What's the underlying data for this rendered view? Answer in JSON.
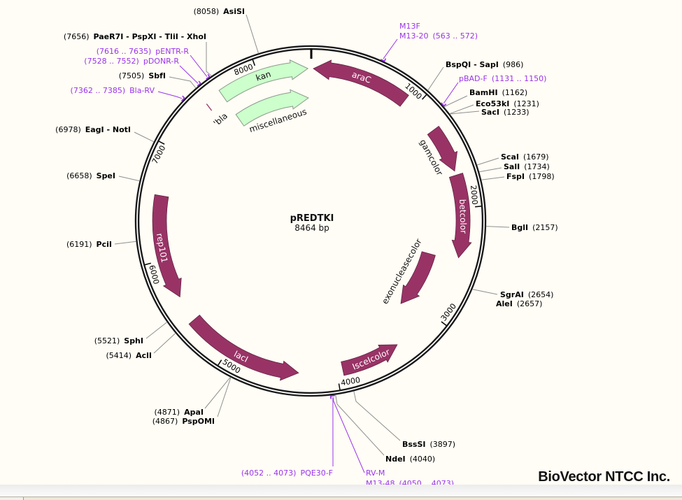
{
  "map": {
    "name": "pREDTKI",
    "size_label": "8464 bp",
    "length_bp": 8464
  },
  "colors": {
    "background": "#fffdf5",
    "backbone": "#1a1a1a",
    "gene": "#993366",
    "gene_outline": "#5a1d3c",
    "misc_feature": "#ccffcc",
    "misc_outline": "#8a9a8a",
    "primer": "#9933ee",
    "leader": "#8f8f8f"
  },
  "ticks": [
    {
      "bp": 1000,
      "label": "1000"
    },
    {
      "bp": 2000,
      "label": "2000"
    },
    {
      "bp": 3000,
      "label": "3000"
    },
    {
      "bp": 4000,
      "label": "4000"
    },
    {
      "bp": 5000,
      "label": "5000"
    },
    {
      "bp": 6000,
      "label": "6000"
    },
    {
      "bp": 7000,
      "label": "7000"
    },
    {
      "bp": 8000,
      "label": "8000"
    }
  ],
  "features": [
    {
      "label": "kan",
      "type": "misc",
      "start": 7640,
      "end": 8440,
      "strand": "+"
    },
    {
      "label": "miscellaneous",
      "type": "misc",
      "start": 7640,
      "end": 8440,
      "strand": "+"
    },
    {
      "label": "araC",
      "type": "gene",
      "start": 24,
      "end": 893,
      "strand": "-"
    },
    {
      "label": "gamcolor",
      "type": "gene",
      "start": 1258,
      "end": 1667,
      "strand": "+"
    },
    {
      "label": "betcolor",
      "type": "gene",
      "start": 1705,
      "end": 2445,
      "strand": "+"
    },
    {
      "label": "exonucleasecolor",
      "type": "gene",
      "start": 2478,
      "end": 3115,
      "strand": "+"
    },
    {
      "label": "IsceIcolor",
      "type": "gene",
      "start": 3409,
      "end": 3945,
      "strand": "-"
    },
    {
      "label": "lacI",
      "type": "gene",
      "start": 4338,
      "end": 5401,
      "strand": "-"
    },
    {
      "label": "rep101",
      "type": "gene",
      "start": 5638,
      "end": 6574,
      "strand": "-"
    },
    {
      "label": "'bla",
      "type": "gene",
      "start": 7480,
      "end": 7492,
      "strand": "+"
    }
  ],
  "sites": [
    {
      "name": "AsiSI",
      "position_label": "(8058)",
      "bp": 8058
    },
    {
      "name": "PaeR7I - PspXI - TliI - XhoI",
      "position_label": "(7656)",
      "bp": 7656
    },
    {
      "name": "SbfI",
      "position_label": "(7505)",
      "bp": 7505
    },
    {
      "name": "EagI - NotI",
      "position_label": "(6978)",
      "bp": 6978
    },
    {
      "name": "SpeI",
      "position_label": "(6658)",
      "bp": 6658
    },
    {
      "name": "PciI",
      "position_label": "(6191)",
      "bp": 6191
    },
    {
      "name": "SphI",
      "position_label": "(5521)",
      "bp": 5521
    },
    {
      "name": "AclI",
      "position_label": "(5414)",
      "bp": 5414
    },
    {
      "name": "ApaI",
      "position_label": "(4871)",
      "bp": 4871
    },
    {
      "name": "PspOMI",
      "position_label": "(4867)",
      "bp": 4867
    },
    {
      "name": "BspQI - SapI",
      "position_label": "(986)",
      "bp": 986
    },
    {
      "name": "BamHI",
      "position_label": "(1162)",
      "bp": 1162
    },
    {
      "name": "Eco53kI",
      "position_label": "(1231)",
      "bp": 1231
    },
    {
      "name": "SacI",
      "position_label": "(1233)",
      "bp": 1233
    },
    {
      "name": "ScaI",
      "position_label": "(1679)",
      "bp": 1679
    },
    {
      "name": "SalI",
      "position_label": "(1734)",
      "bp": 1734
    },
    {
      "name": "FspI",
      "position_label": "(1798)",
      "bp": 1798
    },
    {
      "name": "BglI",
      "position_label": "(2157)",
      "bp": 2157
    },
    {
      "name": "SgrAI",
      "position_label": "(2654)",
      "bp": 2654
    },
    {
      "name": "AleI",
      "position_label": "(2657)",
      "bp": 2657
    },
    {
      "name": "BssSI",
      "position_label": "(3897)",
      "bp": 3897
    },
    {
      "name": "NdeI",
      "position_label": "(4040)",
      "bp": 4040
    }
  ],
  "primers": [
    {
      "name": "M13F",
      "alias": "M13-20",
      "range_label": "(563 .. 572)",
      "start": 563,
      "end": 572
    },
    {
      "name": "pBAD-F",
      "range_label": "(1131 .. 1150)",
      "start": 1131,
      "end": 1150
    },
    {
      "name": "PQE30-F",
      "range_label": "(4052 .. 4073)",
      "start": 4052,
      "end": 4073
    },
    {
      "name": "RV-M",
      "alias": "M13-48",
      "range_label": "(4050 .. 4073)",
      "start": 4050,
      "end": 4073
    },
    {
      "name": "Bla-RV",
      "range_label": "(7362 .. 7385)",
      "start": 7362,
      "end": 7385
    },
    {
      "name": "pDONR-R",
      "range_label": "(7528 .. 7552)",
      "start": 7528,
      "end": 7552
    },
    {
      "name": "pENTR-R",
      "range_label": "(7616 .. 7635)",
      "start": 7616,
      "end": 7635
    }
  ],
  "watermark": "BioVector NTCC Inc."
}
